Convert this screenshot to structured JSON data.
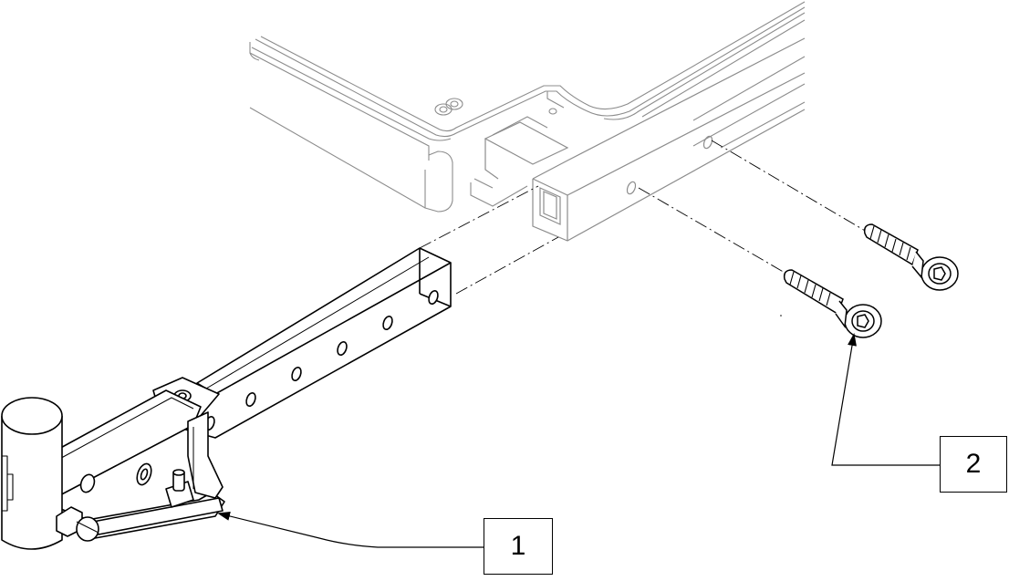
{
  "callouts": [
    {
      "id": "1",
      "label": "1",
      "part": "extension-tube-with-bracket"
    },
    {
      "id": "2",
      "label": "2",
      "part": "socket-head-screw"
    }
  ],
  "colors": {
    "line": "#000000",
    "ghost": "#8c8c8c",
    "background": "#ffffff"
  }
}
